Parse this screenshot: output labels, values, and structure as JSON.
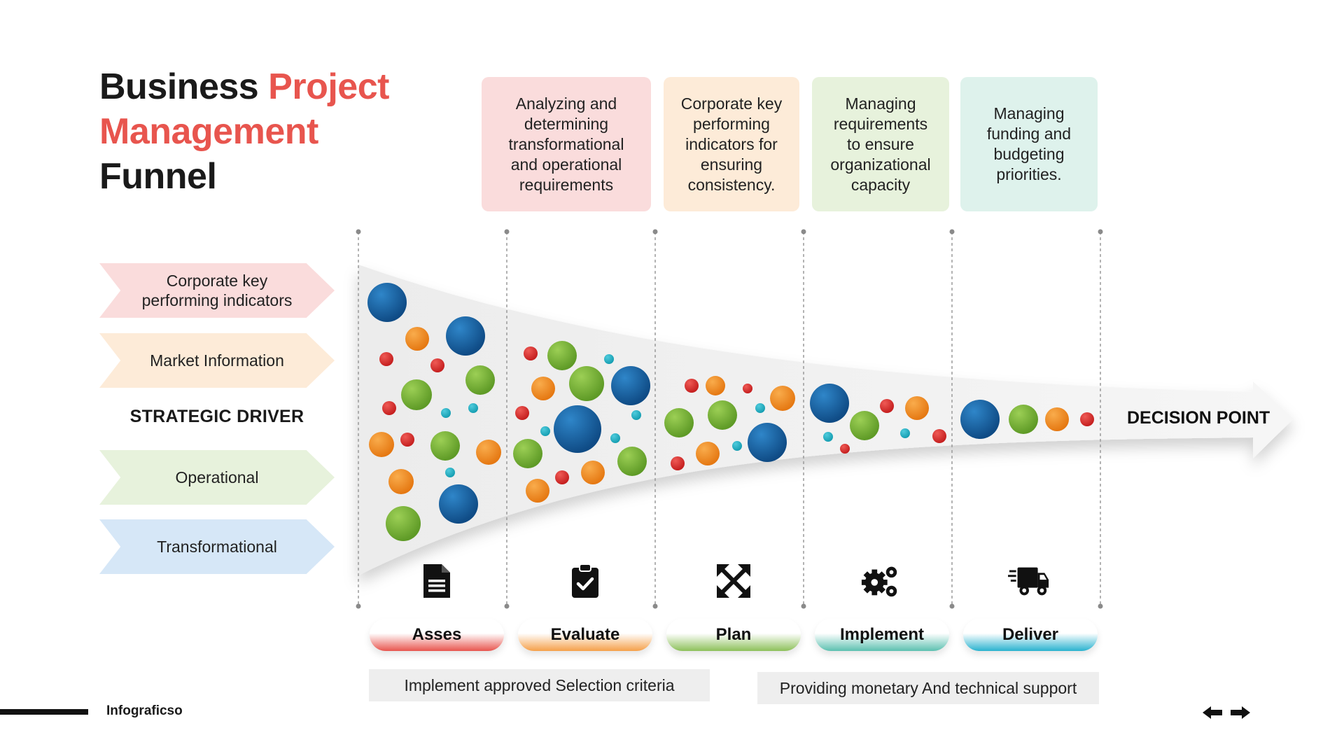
{
  "title": {
    "part1": "Business ",
    "accent": "Project",
    "accent2": "Management",
    "part3": "Funnel"
  },
  "descriptions": [
    {
      "lines": [
        "Analyzing and",
        "determining",
        "transformational",
        "and operational",
        "requirements"
      ],
      "bg": "#fadcdc"
    },
    {
      "lines": [
        "Corporate key",
        "performing",
        "indicators for",
        "ensuring",
        "consistency."
      ],
      "bg": "#fdebd8"
    },
    {
      "lines": [
        "Managing",
        "requirements",
        "to ensure",
        "organizational",
        "capacity"
      ],
      "bg": "#e7f2dc"
    },
    {
      "lines": [
        "Managing",
        "funding and",
        "budgeting",
        "priorities."
      ],
      "bg": "#def2ec"
    }
  ],
  "drivers": [
    {
      "lines": [
        "Corporate key",
        "performing indicators"
      ],
      "bg": "#fadcdc"
    },
    {
      "lines": [
        "Market Information"
      ],
      "bg": "#fdebd8"
    },
    {
      "lines": [
        "Operational"
      ],
      "bg": "#e7f2dc"
    },
    {
      "lines": [
        "Transformational"
      ],
      "bg": "#d6e7f7"
    }
  ],
  "strategic_driver_label": "STRATEGIC DRIVER",
  "decision_point_label": "DECISION POINT",
  "stages": [
    {
      "label": "Asses",
      "icon": "document-icon",
      "color": "#e8554e"
    },
    {
      "label": "Evaluate",
      "icon": "clipboard-check-icon",
      "color": "#f5a04a"
    },
    {
      "label": "Plan",
      "icon": "expand-arrows-icon",
      "color": "#8dc05a"
    },
    {
      "label": "Implement",
      "icon": "gears-icon",
      "color": "#5cc0b0"
    },
    {
      "label": "Deliver",
      "icon": "delivery-truck-icon",
      "color": "#2ab2cf"
    }
  ],
  "notes": [
    {
      "text": "Implement approved Selection criteria"
    },
    {
      "text": "Providing monetary And technical support"
    }
  ],
  "footer": {
    "brand": "Infograficso"
  },
  "colors": {
    "accent": "#e8554e",
    "ball_blue": "#1a5f9c",
    "ball_orange": "#ef8b22",
    "ball_green": "#7fb539",
    "ball_red": "#d9322f",
    "ball_teal": "#23b1c4"
  }
}
